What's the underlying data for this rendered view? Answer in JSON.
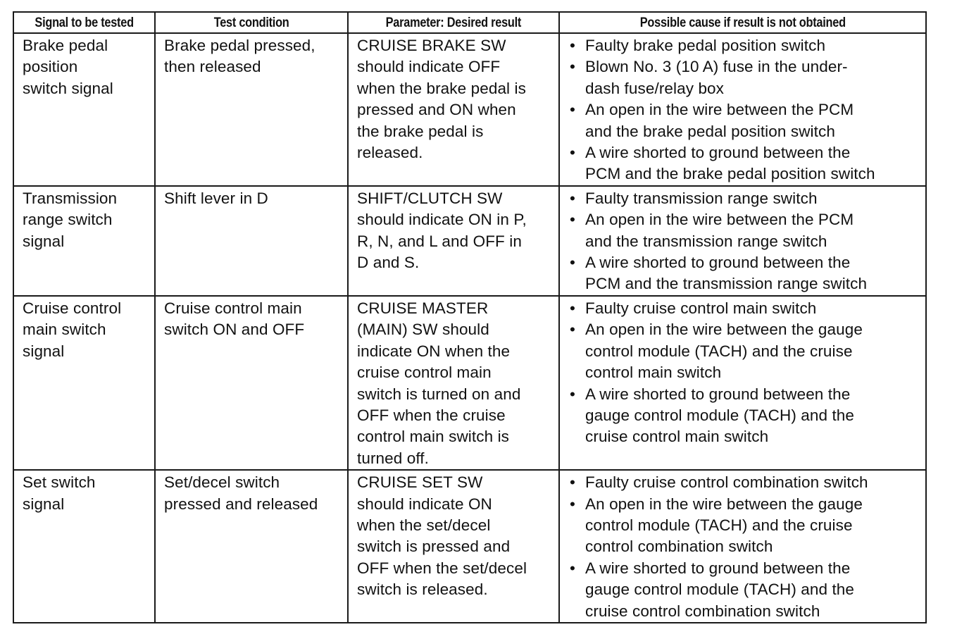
{
  "table": {
    "headers": [
      "Signal to be tested",
      "Test condition",
      "Parameter: Desired result",
      "Possible cause if result is not obtained"
    ],
    "rows": [
      {
        "signal": "Brake pedal\nposition\nswitch signal",
        "condition": "Brake pedal pressed,\nthen released",
        "result": "CRUISE BRAKE SW\nshould indicate OFF\nwhen the brake pedal is\npressed and ON when\nthe brake pedal is\nreleased.",
        "causes": [
          "Faulty brake pedal position switch",
          "Blown No. 3 (10 A) fuse in the under-\ndash fuse/relay box",
          "An open in the wire between the PCM\nand the brake pedal position switch",
          "A wire shorted to ground between the\nPCM and the brake pedal position switch"
        ]
      },
      {
        "signal": "Transmission\nrange switch\nsignal",
        "condition": "Shift lever in D",
        "result": "SHIFT/CLUTCH SW\nshould indicate ON in P,\nR, N, and L and OFF in\nD and S.",
        "causes": [
          "Faulty transmission range switch",
          "An open in the wire between the PCM\nand the transmission range switch",
          "A wire shorted to ground between the\nPCM and the transmission range switch"
        ]
      },
      {
        "signal": "Cruise control\nmain switch\nsignal",
        "condition": "Cruise control main\nswitch ON and OFF",
        "result": "CRUISE MASTER\n(MAIN) SW should\nindicate ON when the\ncruise control main\nswitch is turned on and\nOFF when the cruise\ncontrol main switch is\nturned off.",
        "causes": [
          "Faulty cruise control main switch",
          "An open in the wire between the gauge\ncontrol module (TACH) and the cruise\ncontrol main switch",
          "A wire shorted to ground between the\ngauge control module (TACH) and the\ncruise control main switch"
        ]
      },
      {
        "signal": "Set switch\nsignal",
        "condition": "Set/decel switch\npressed and released",
        "result": "CRUISE SET SW\nshould indicate ON\nwhen the set/decel\nswitch is pressed and\nOFF when the set/decel\nswitch is released.",
        "causes": [
          "Faulty cruise control combination switch",
          "An open in the wire between the gauge\ncontrol module (TACH) and the cruise\ncontrol combination switch",
          "A wire shorted to ground between the\ngauge control module (TACH) and the\ncruise control combination switch"
        ]
      }
    ],
    "bullet_glyph": "•"
  }
}
